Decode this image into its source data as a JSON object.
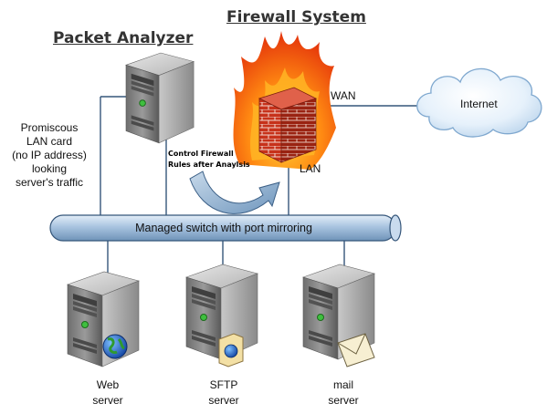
{
  "titles": {
    "packet_analyzer": "Packet Analyzer",
    "firewall_system": "Firewall System"
  },
  "labels": {
    "wan": "WAN",
    "lan": "LAN",
    "internet": "Internet",
    "switch": "Managed switch with port mirroring",
    "control_line1": "Control Firewall",
    "control_line2": "Rules after Anaylsis",
    "promiscuous": [
      "Promiscous",
      "LAN card",
      "(no IP address)",
      "looking",
      "server's traffic"
    ]
  },
  "servers": [
    {
      "name": "web",
      "line1": "Web",
      "line2": "server",
      "icon": "globe-icon"
    },
    {
      "name": "sftp",
      "line1": "SFTP",
      "line2": "server",
      "icon": "folder-globe-icon"
    },
    {
      "name": "mail",
      "line1": "mail",
      "line2": "server",
      "icon": "envelope-icon"
    }
  ],
  "colors": {
    "title_text": "#333333",
    "switch_fill": "#a9c4e0",
    "link_line": "#35567a",
    "arrow_fill": "#8fb0cf"
  }
}
